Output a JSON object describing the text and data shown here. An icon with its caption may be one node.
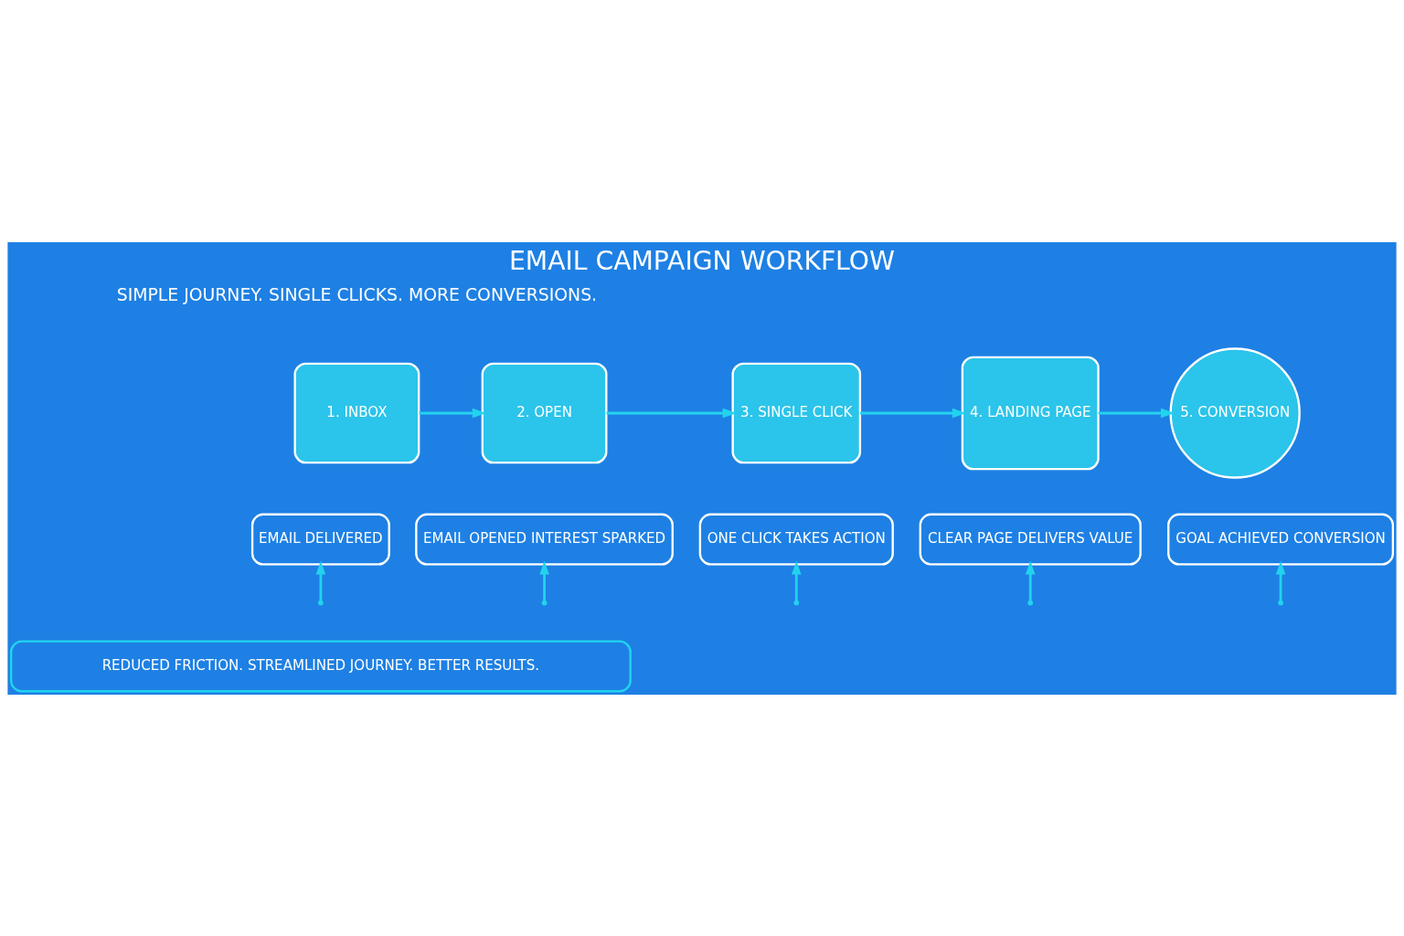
{
  "diagram": {
    "title": "EMAIL CAMPAIGN WORKFLOW",
    "nodes": [
      {
        "text": [
          "1. INBOX"
        ]
      },
      {
        "text": [
          "2. OPEN"
        ]
      },
      {
        "text": [
          "3. SINGLE CLICK"
        ]
      },
      {
        "text": [
          "4. LANDING PAGE"
        ]
      },
      {
        "text": [
          "5. CONVERSION"
        ]
      },
      {
        "text": [
          "EMAIL DELIVERED"
        ]
      },
      {
        "text": [
          "EMAIL OPENED INTEREST SPARKED"
        ]
      },
      {
        "text": [
          "ONE CLICK TAKES ACTION"
        ]
      },
      {
        "text": [
          "CLEAR PAGE DELIVERS VALUE"
        ]
      },
      {
        "text": [
          "GOAL ACHIEVED CONVERSION"
        ]
      },
      {
        "text": [
          "REDUCED FRICTION. STREAMLINED JOURNEY. BETTER RESULTS."
        ]
      }
    ],
    "edges": [
      {
        "from": 0,
        "to": 1,
        "arrow": "to"
      },
      {
        "from": 1,
        "to": 2,
        "arrow": "to"
      },
      {
        "from": 2,
        "to": 3,
        "arrow": "to"
      },
      {
        "from": 3,
        "to": 4,
        "arrow": "to"
      },
      {
        "from": null,
        "to": 5,
        "arrow": "to"
      },
      {
        "from": null,
        "to": 6,
        "arrow": "to"
      },
      {
        "from": null,
        "to": 7,
        "arrow": "to"
      },
      {
        "from": null,
        "to": 8,
        "arrow": "to"
      },
      {
        "from": null,
        "to": 9,
        "arrow": "to"
      }
    ],
    "labels": [
      "SIMPLE JOURNEY. SINGLE CLICKS. MORE CONVERSIONS."
    ]
  }
}
